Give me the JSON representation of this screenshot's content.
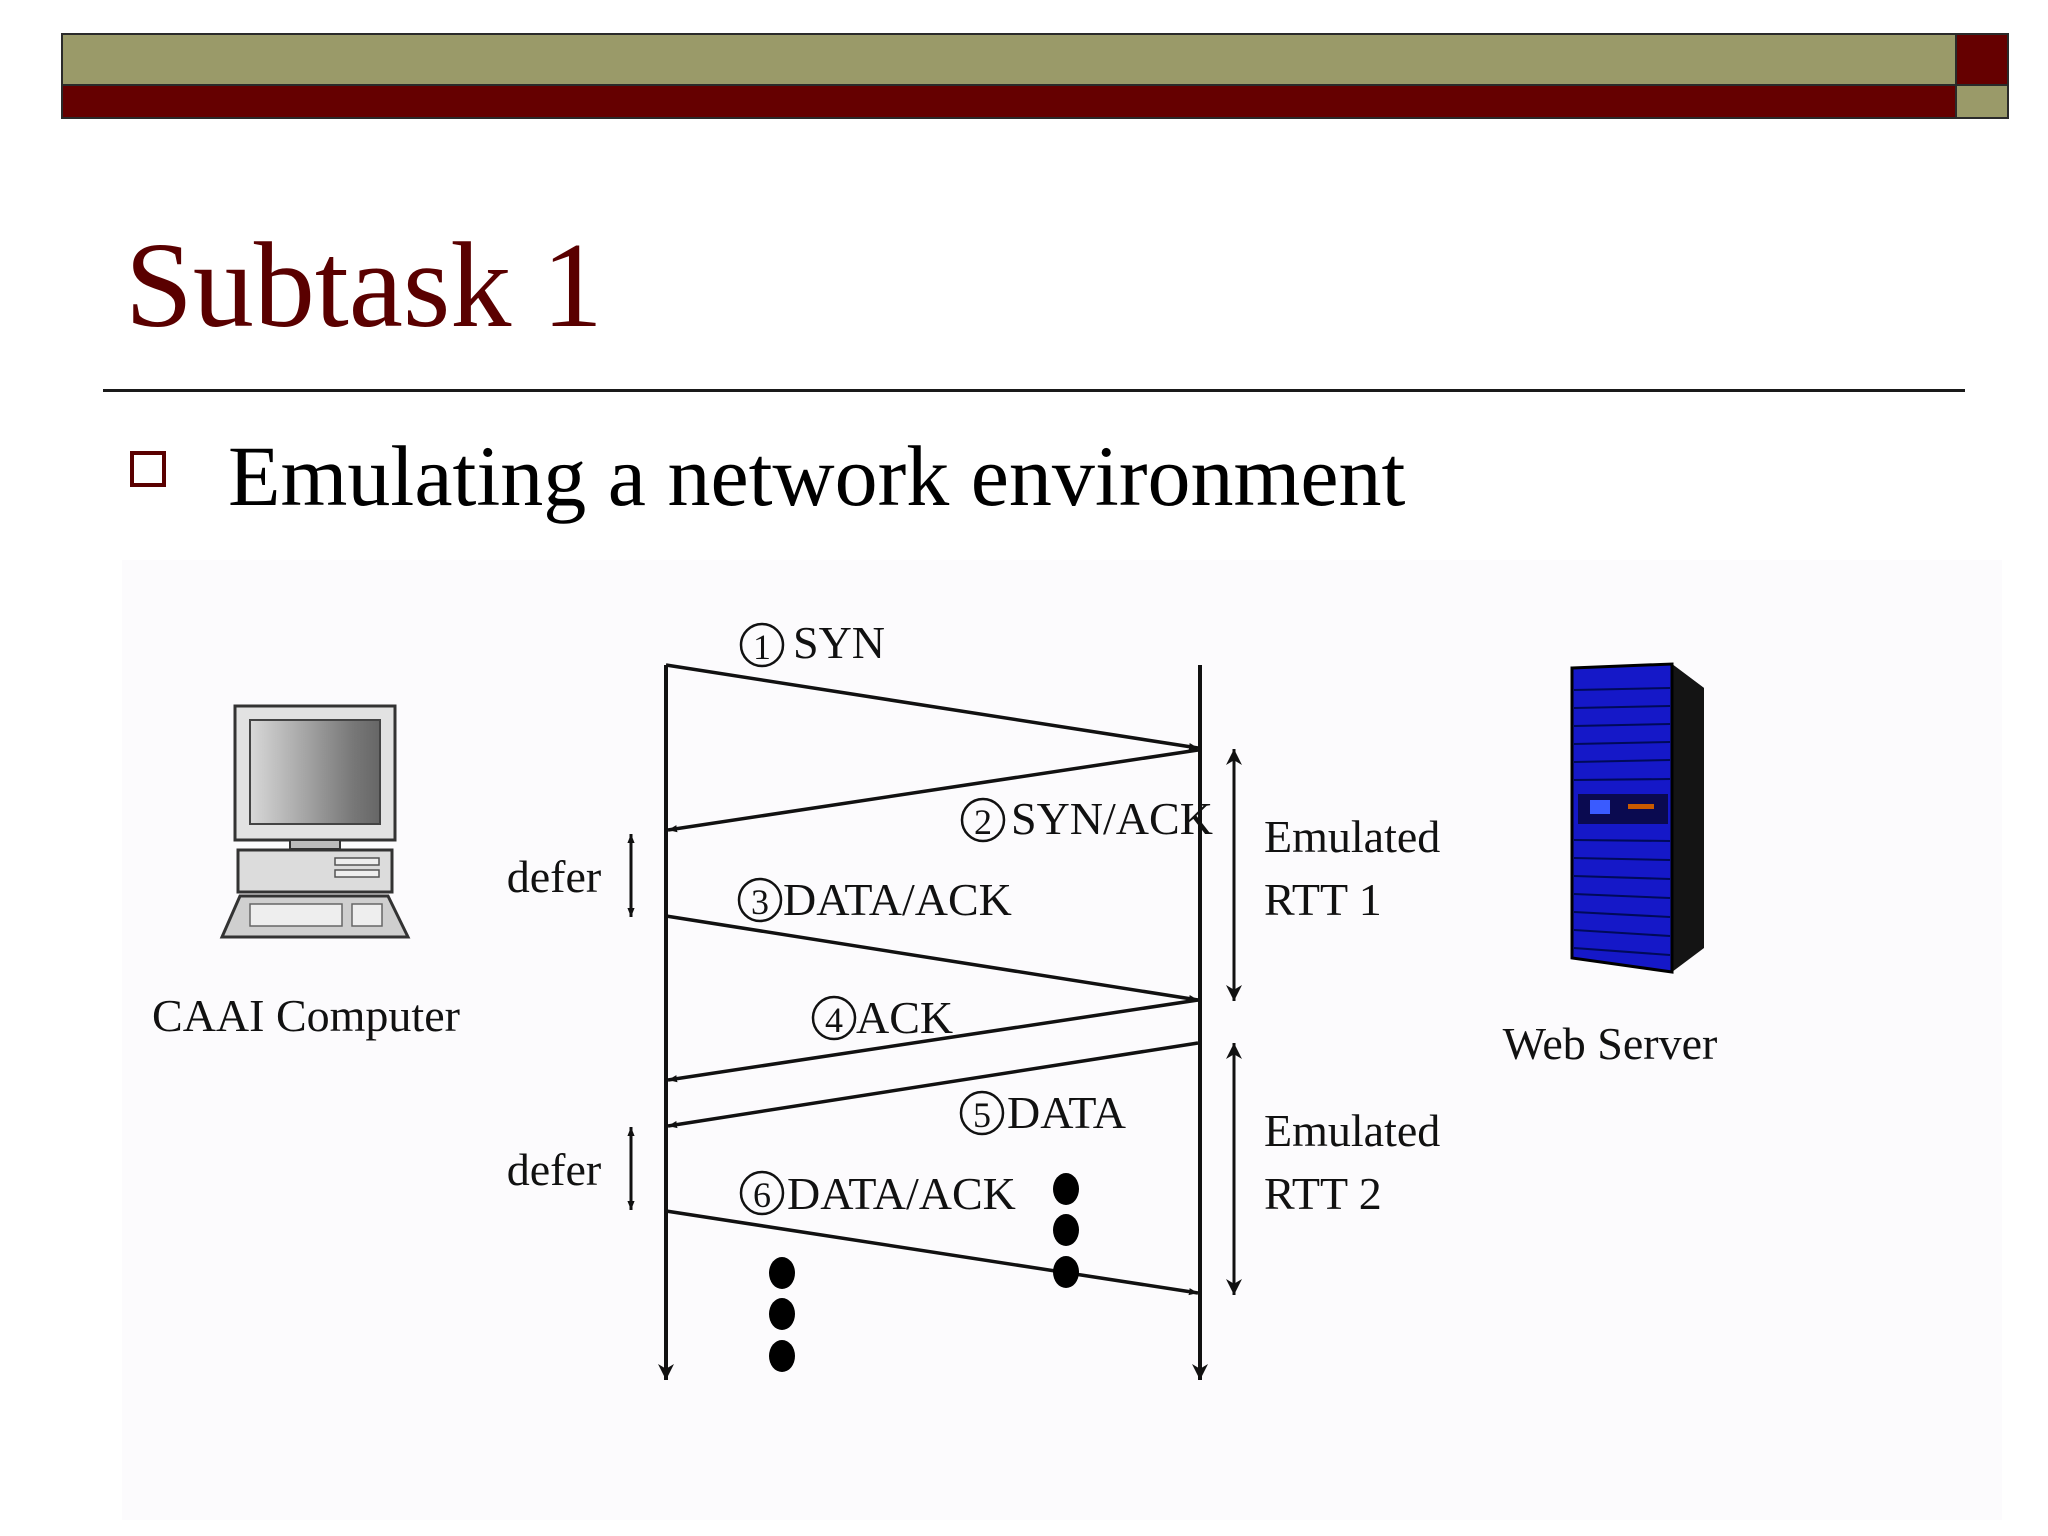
{
  "slide": {
    "title": "Subtask 1",
    "bullet": "Emulating a network environment"
  },
  "colors": {
    "band_olive": "#9a9a69",
    "band_maroon": "#650000",
    "title": "#5a0000"
  },
  "diagram": {
    "client_label": "CAAI Computer",
    "server_label": "Web Server",
    "defer_label": "defer",
    "rtt1_line1": "Emulated",
    "rtt1_line2": "RTT 1",
    "rtt2_line1": "Emulated",
    "rtt2_line2": "RTT 2",
    "messages": [
      {
        "num": "1",
        "label": "SYN"
      },
      {
        "num": "2",
        "label": "SYN/ACK"
      },
      {
        "num": "3",
        "label": "DATA/ACK"
      },
      {
        "num": "4",
        "label": "ACK"
      },
      {
        "num": "5",
        "label": "DATA"
      },
      {
        "num": "6",
        "label": "DATA/ACK"
      }
    ]
  }
}
